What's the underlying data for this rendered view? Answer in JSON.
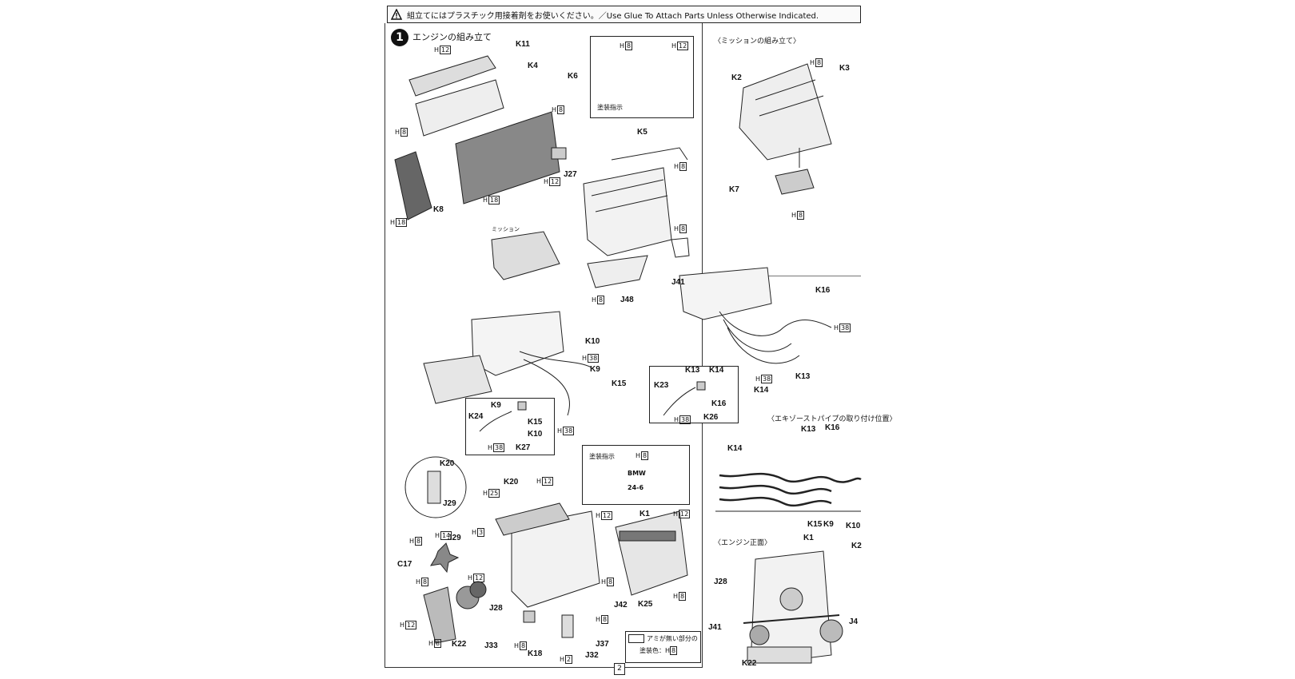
{
  "warning": {
    "icon": "warning-triangle-icon",
    "text": "組立てにはプラスチック用接着剤をお使いください。／Use Glue To Attach Parts Unless Otherwise Indicated."
  },
  "step": {
    "number": "1",
    "title": "エンジンの組み立て"
  },
  "sections": {
    "mission": "〈ミッションの組み立て〉",
    "exhaust": "〈エキゾーストパイプの取り付け位置〉",
    "engine_front": "〈エンジン正面〉",
    "mission_small": "ミッション"
  },
  "paint_notes": {
    "top": "塗装指示",
    "bmw": "塗装指示",
    "bmw_text1": "BMW",
    "bmw_text2": "24-6"
  },
  "legend": {
    "line1": "アミが無い部分の",
    "line2": "塗装色：",
    "color": "8"
  },
  "page_number": "2",
  "labels": {
    "k11": "K11",
    "k4": "K4",
    "k6": "K6",
    "k8": "K8",
    "j27": "J27",
    "k5": "K5",
    "j41": "J41",
    "j48": "J48",
    "k2": "K2",
    "k3": "K3",
    "k7": "K7",
    "k16a": "K16",
    "k13a": "K13",
    "k14a": "K14",
    "k10a": "K10",
    "k9a": "K9",
    "k15a": "K15",
    "k9b": "K9",
    "k24": "K24",
    "k15b": "K15",
    "k10b": "K10",
    "k27": "K27",
    "k13b": "K13",
    "k14b": "K14",
    "k23": "K23",
    "k16b": "K16",
    "k26": "K26",
    "k13c": "K13",
    "k16c": "K16",
    "k14c": "K14",
    "k15c": "K15",
    "k9c": "K9",
    "k10c": "K10",
    "k20a": "K20",
    "j29a": "J29",
    "k20b": "K20",
    "k1a": "K1",
    "j29b": "J29",
    "c17": "C17",
    "j28a": "J28",
    "j42": "J42",
    "k25": "K25",
    "k22a": "K22",
    "j33": "J33",
    "k18": "K18",
    "j37": "J37",
    "j32": "J32",
    "k1b": "K1",
    "k2b": "K2",
    "j28b": "J28",
    "j41b": "J41",
    "j4": "J4",
    "k22b": "K22"
  },
  "colors": {
    "h12": "12",
    "h8": "8",
    "h18": "18",
    "h38": "38",
    "h25": "25",
    "h14": "14",
    "h3": "3",
    "h2": "2"
  }
}
